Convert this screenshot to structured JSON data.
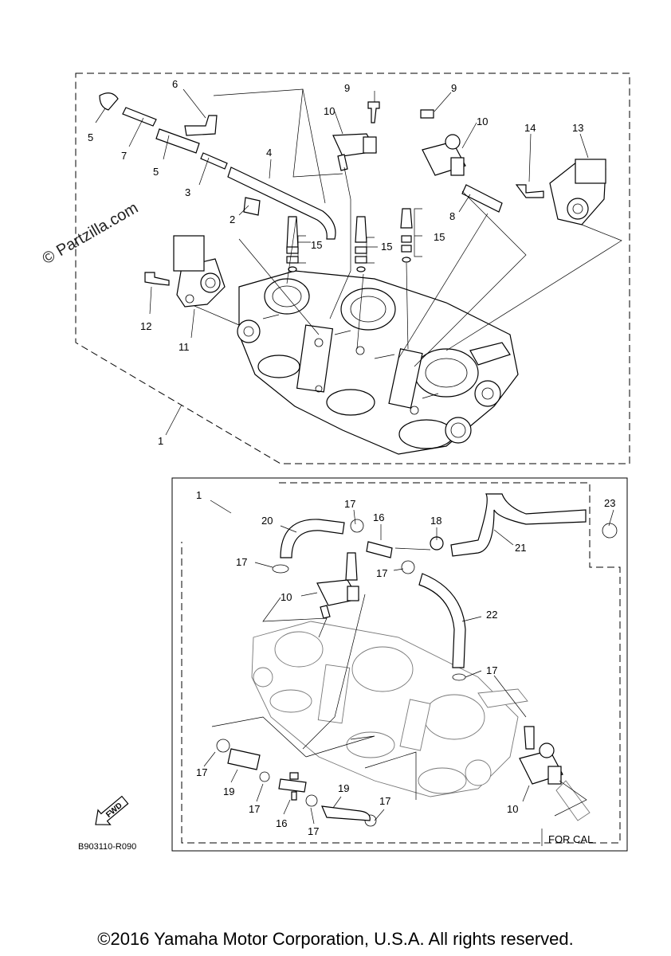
{
  "watermark": "© Partzilla.com",
  "reference_code": "B903110-R090",
  "variant_label": "FOR CAL",
  "fwd_label": "FWD",
  "copyright": "©2016 Yamaha Motor Corporation, U.S.A. All rights reserved.",
  "callouts_top": {
    "c1": "1",
    "c2": "2",
    "c3": "3",
    "c4": "4",
    "c5a": "5",
    "c5b": "5",
    "c6": "6",
    "c7": "7",
    "c8": "8",
    "c9a": "9",
    "c9b": "9",
    "c10a": "10",
    "c10b": "10",
    "c11": "11",
    "c12": "12",
    "c13": "13",
    "c14": "14",
    "c15a": "15",
    "c15b": "15",
    "c15c": "15"
  },
  "callouts_bottom": {
    "c1": "1",
    "c10a": "10",
    "c10b": "10",
    "c16a": "16",
    "c16b": "16",
    "c17a": "17",
    "c17b": "17",
    "c17c": "17",
    "c17d": "17",
    "c17e": "17",
    "c17f": "17",
    "c17g": "17",
    "c17h": "17",
    "c18": "18",
    "c19a": "19",
    "c19b": "19",
    "c20": "20",
    "c21": "21",
    "c22": "22",
    "c23": "23"
  }
}
